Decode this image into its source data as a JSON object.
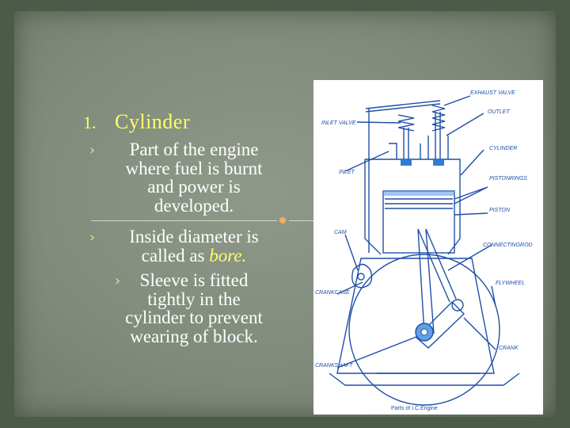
{
  "slide": {
    "number": "1.",
    "heading": "Cylinder",
    "bullets": [
      {
        "lines": [
          "Part of the engine",
          "where fuel is burnt",
          "and power is",
          "developed."
        ]
      },
      {
        "lines": [
          "Inside diameter is",
          "called as "
        ],
        "emphasis": "bore."
      },
      {
        "lines": [
          "Sleeve is fitted",
          "tightly in the",
          "cylinder to prevent",
          "wearing of block."
        ]
      }
    ]
  },
  "diagram": {
    "caption": "Parts of I.C.Engine",
    "labels": {
      "exhaust_valve": "EXHAUST VALVE",
      "outlet": "OUTLET",
      "inlet_valve": "INLET VALVE",
      "cylinder": "CYLINDER",
      "inlet": "INLET",
      "piston_rings": "PISTONRINGS",
      "piston": "PISTON",
      "cam": "CAM",
      "connecting_rod": "CONNECTINGROD",
      "crankcase": "CRANKCASE",
      "flywheel": "FLYWHEEL",
      "crank": "CRANK",
      "crankshaft": "CRANKSHAFT"
    }
  }
}
